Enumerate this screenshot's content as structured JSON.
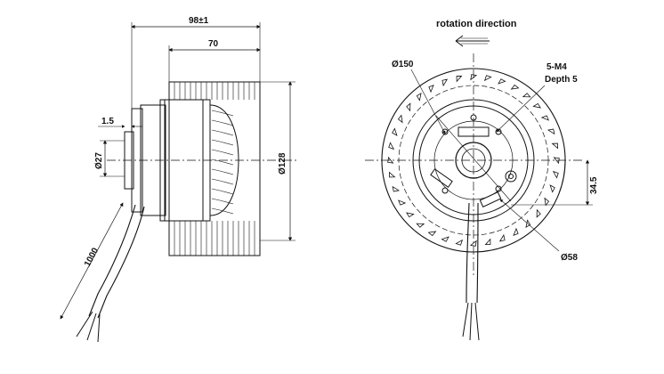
{
  "side_view": {
    "dim_overall_length": "98±1",
    "dim_impeller_length": "70",
    "dim_flange": "1.5",
    "dim_shaft_diameter": "Ø27",
    "dim_impeller_diameter": "Ø128",
    "dim_cable_length": "1000"
  },
  "front_view": {
    "rotation_label": "rotation direction",
    "dim_outer_diameter": "Ø150",
    "dim_holes": "5-M4",
    "dim_depth": "Depth 5",
    "dim_offset": "34.5",
    "dim_pcd": "Ø58"
  },
  "colors": {
    "line": "#111111",
    "fill": "#ffffff"
  }
}
